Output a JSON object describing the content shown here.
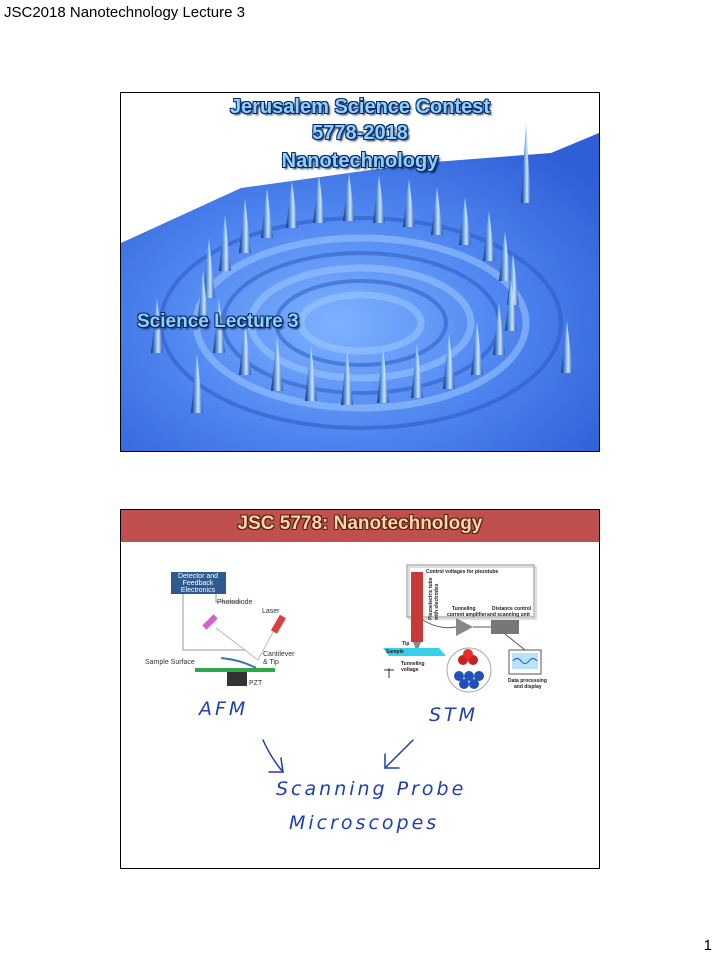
{
  "page": {
    "header": "JSC2018 Nanotechnology Lecture 3",
    "number": "1"
  },
  "slide1": {
    "title_line1": "Jerusalem Science Contest",
    "title_line2": "5778-2018",
    "title_line3": "Nanotechnology",
    "subtitle": "Science Lecture 3",
    "image_icon": "quantum-corral-stm-image"
  },
  "slide2": {
    "title": "JSC 5778: Nanotechnology",
    "header_color": "#c0504d",
    "afm": {
      "detector_box": [
        "Detector and",
        "Feedback",
        "Electronics"
      ],
      "photodiode": "Photodiode",
      "laser": "Laser",
      "cantilever": [
        "Cantilever",
        "& Tip"
      ],
      "sample_surface": "Sample Surface",
      "pzt": "PZT"
    },
    "stm": {
      "control": "Control voltages for piezotube",
      "piezo_tube": [
        "Piezoelectric tube",
        "with electrodes"
      ],
      "tunneling_amp": [
        "Tunneling",
        "current amplifier"
      ],
      "distance_control": [
        "Distance control",
        "and scanning unit"
      ],
      "tip": "Tip",
      "sample": "Sample",
      "tunneling_voltage": [
        "Tunneling",
        "voltage"
      ],
      "data_processing": [
        "Data processing",
        "and display"
      ]
    },
    "handwriting": {
      "afm": "AFM",
      "stm": "STM",
      "line1": "Scanning Probe",
      "line2": "Microscopes"
    }
  }
}
